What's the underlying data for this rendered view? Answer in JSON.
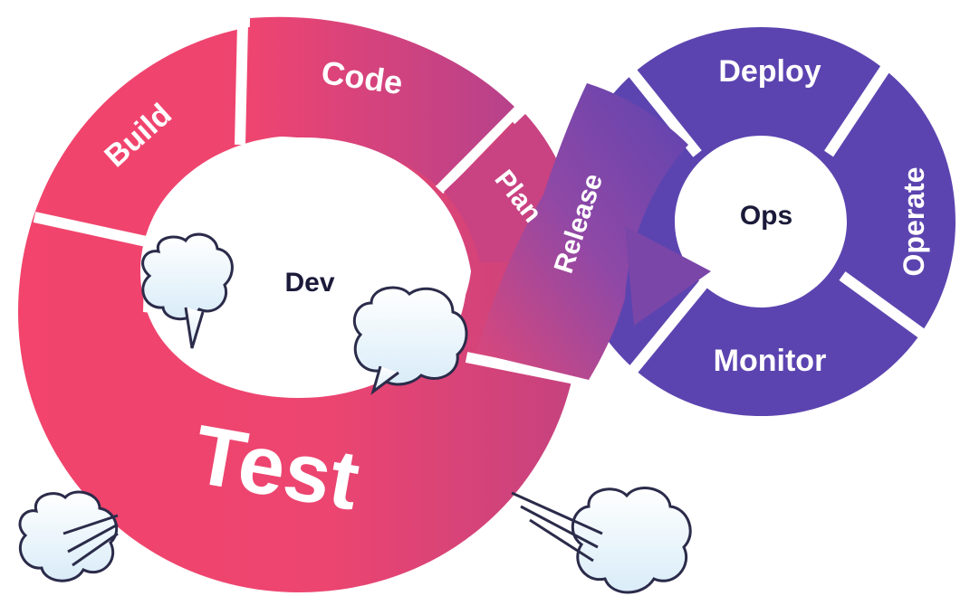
{
  "dev_loop": {
    "center_label": "Dev",
    "stages": {
      "plan": "Plan",
      "code": "Code",
      "build": "Build",
      "test": "Test"
    },
    "color": "#f0436d",
    "color_dark": "#d8427a"
  },
  "ops_loop": {
    "center_label": "Ops",
    "stages": {
      "release": "Release",
      "deploy": "Deploy",
      "operate": "Operate",
      "monitor": "Monitor"
    },
    "color": "#5c44b0"
  }
}
